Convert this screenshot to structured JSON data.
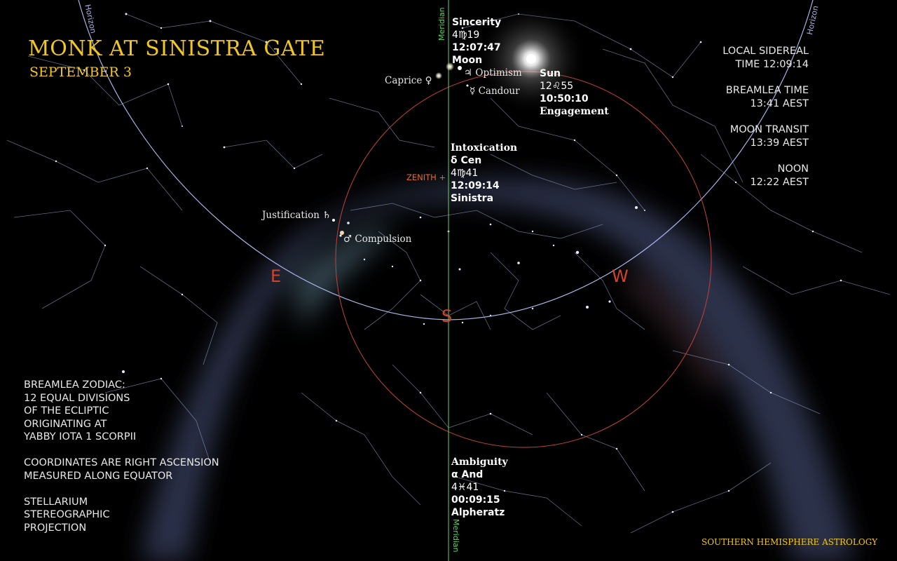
{
  "header": {
    "title": "Monk at Sinistra Gate",
    "date": "September 3"
  },
  "time_panel": [
    {
      "line1": "LOCAL SIDEREAL",
      "line2": "TIME 12:09:14"
    },
    {
      "line1": "BREAMLEA TIME",
      "line2": "13:41 AEST"
    },
    {
      "line1": "MOON TRANSIT",
      "line2": "13:39 AEST"
    },
    {
      "line1": "NOON",
      "line2": "12:22 AEST"
    }
  ],
  "notes": {
    "zodiac": [
      "BREAMLEA ZODIAC:",
      "12 EQUAL DIVISIONS",
      "OF THE ECLIPTIC",
      "ORIGINATING AT",
      "YABBY IOTA 1 SCORPII"
    ],
    "coordinates": [
      "COORDINATES ARE RIGHT ASCENSION",
      "MEASURED ALONG EQUATOR"
    ],
    "projection": [
      "STELLARIUM",
      "STEREOGRAPHIC",
      "PROJECTION"
    ]
  },
  "moon_label": {
    "name": "Sincerity",
    "position": "4♍19",
    "ra": "12:07:47",
    "body": "Moon"
  },
  "sun_label": {
    "body": "Sun",
    "position": "12♌55",
    "ra": "10:50:10",
    "name": "Engagement"
  },
  "zenith_star": {
    "name": "Intoxication",
    "star": "δ Cen",
    "position": "4♍41",
    "ra": "12:09:14",
    "gate": "Sinistra"
  },
  "nadir_star": {
    "name": "Ambiguity",
    "star": "α And",
    "position": "4♓41",
    "ra": "00:09:15",
    "common": "Alpheratz"
  },
  "planets": {
    "venus": "Caprice ♀",
    "jupiter": "♃ Optimism",
    "mercury": "☿ Candour",
    "saturn": "Justification ♄",
    "mars": "♂ Compulsion"
  },
  "markers": {
    "zenith": "ZENITH +",
    "meridian": "Meridian",
    "horizon": "Horizon",
    "east": "E",
    "south": "S",
    "west": "W"
  },
  "colors": {
    "title": "#f2c81e",
    "compass": "#d0452a",
    "meridian": "#5fd35f",
    "ecliptic": "#c0443a",
    "horizon": "#aab4e6"
  },
  "footer": {
    "brand": "Southern Hemisphere Astrology"
  }
}
